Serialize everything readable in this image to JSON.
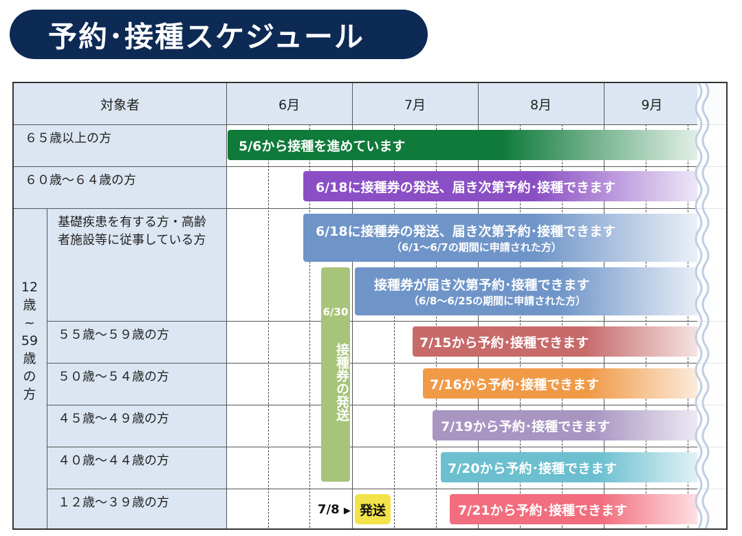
{
  "title": "予約･接種スケジュール",
  "header": {
    "target_label": "対象者",
    "months": [
      "6月",
      "7月",
      "8月",
      "9月"
    ]
  },
  "groups": {
    "age_range_label": [
      "12",
      "歳",
      "~",
      "59",
      "歳",
      "の",
      "方"
    ]
  },
  "rows": [
    {
      "label": "６５歳以上の方"
    },
    {
      "label": "６０歳～６４歳の方"
    },
    {
      "label": "基礎疾患を有する方・高齢者施設等に従事している方"
    },
    {
      "label": "５５歳～５９歳の方"
    },
    {
      "label": "５０歳～５４歳の方"
    },
    {
      "label": "４５歳～４９歳の方"
    },
    {
      "label": "４０歳～４４歳の方"
    },
    {
      "label": "１２歳～３９歳の方"
    }
  ],
  "bars": [
    {
      "text": "5/6から接種を進めています",
      "color": "#0f7a3a"
    },
    {
      "text": "6/18に接種券の発送、届き次第予約･接種できます",
      "color": "#8a4fc4"
    },
    {
      "text": "6/18に接種券の発送、届き次第予約･接種できます",
      "sub": "（6/1～6/7の期間に申請された方）",
      "color": "#6f95c8"
    },
    {
      "text": "接種券が届き次第予約･接種できます",
      "sub": "（6/8～6/25の期間に申請された方）",
      "color": "#6f95c8"
    },
    {
      "text": "7/15から予約･接種できます",
      "color": "#c76a6a"
    },
    {
      "text": "7/16から予約･接種できます",
      "color": "#f09a48"
    },
    {
      "text": "7/19から予約･接種できます",
      "color": "#a895c2"
    },
    {
      "text": "7/20から予約･接種できます",
      "color": "#6bbfcf"
    },
    {
      "text": "7/21から予約･接種できます",
      "color": "#f26d7d"
    }
  ],
  "ticket_bar": {
    "date": "6/30",
    "text": "接種券の発送",
    "color": "#a7c47a"
  },
  "shipping": {
    "date": "7/8",
    "arrow": "▶",
    "badge": "発送",
    "color": "#f2e34a"
  }
}
